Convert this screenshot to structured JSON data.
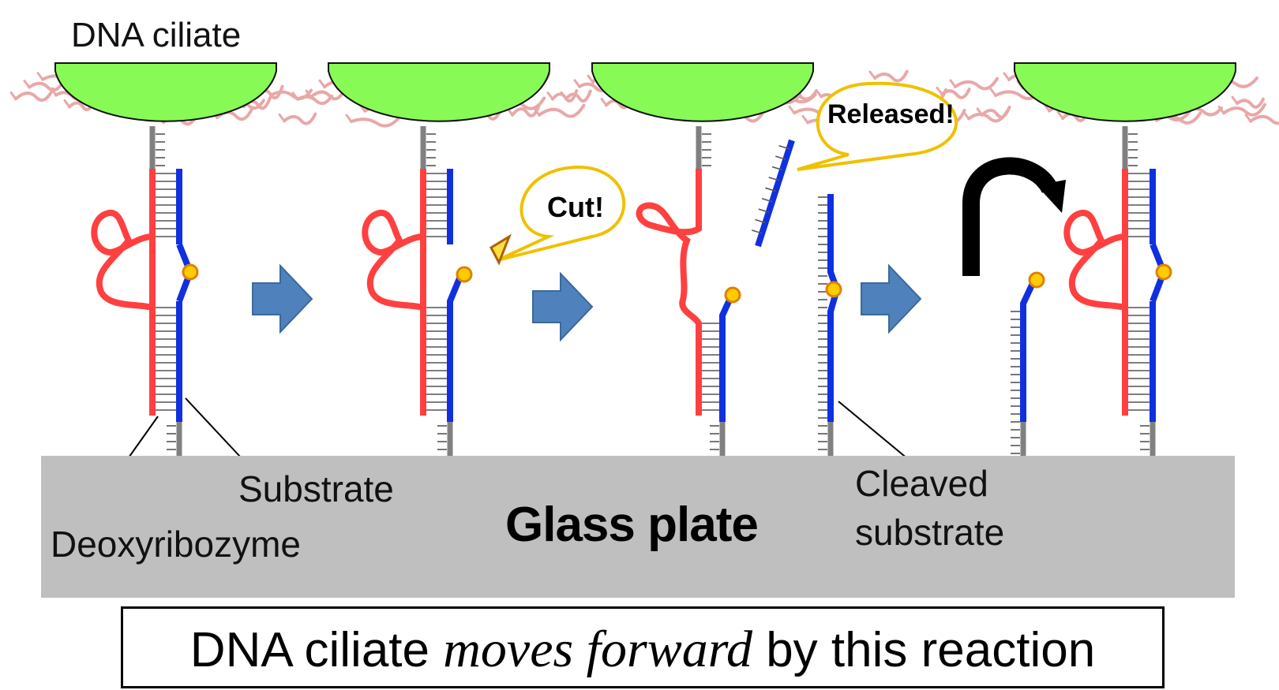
{
  "title": "DNA ciliate",
  "glass_plate_label": "Glass plate",
  "labels": {
    "substrate": "Substrate",
    "deoxyribozyme": "Deoxyribozyme",
    "cleaved_substrate_line1": "Cleaved",
    "cleaved_substrate_line2": "substrate"
  },
  "bubbles": {
    "cut": "Cut!",
    "released": "Released!"
  },
  "caption": {
    "before": "DNA ciliate ",
    "emphasis": "moves forward",
    "after": " by this reaction"
  },
  "colors": {
    "ciliate_body": "#88fa55",
    "cilia": "#e8a8a8",
    "deoxyribozyme_strand": "#ff4040",
    "substrate_strand": "#1030e0",
    "linker": "#808080",
    "cleavage_site": "#ffcc00",
    "arrow_fill": "#4f81bd",
    "bubble_border": "#f0c000",
    "glass_plate": "#bfbfbf"
  },
  "icons": [
    "ciliate-body-icon",
    "step-arrow-icon",
    "cleavage-site-icon",
    "scissors-icon",
    "curved-arrow-icon"
  ]
}
